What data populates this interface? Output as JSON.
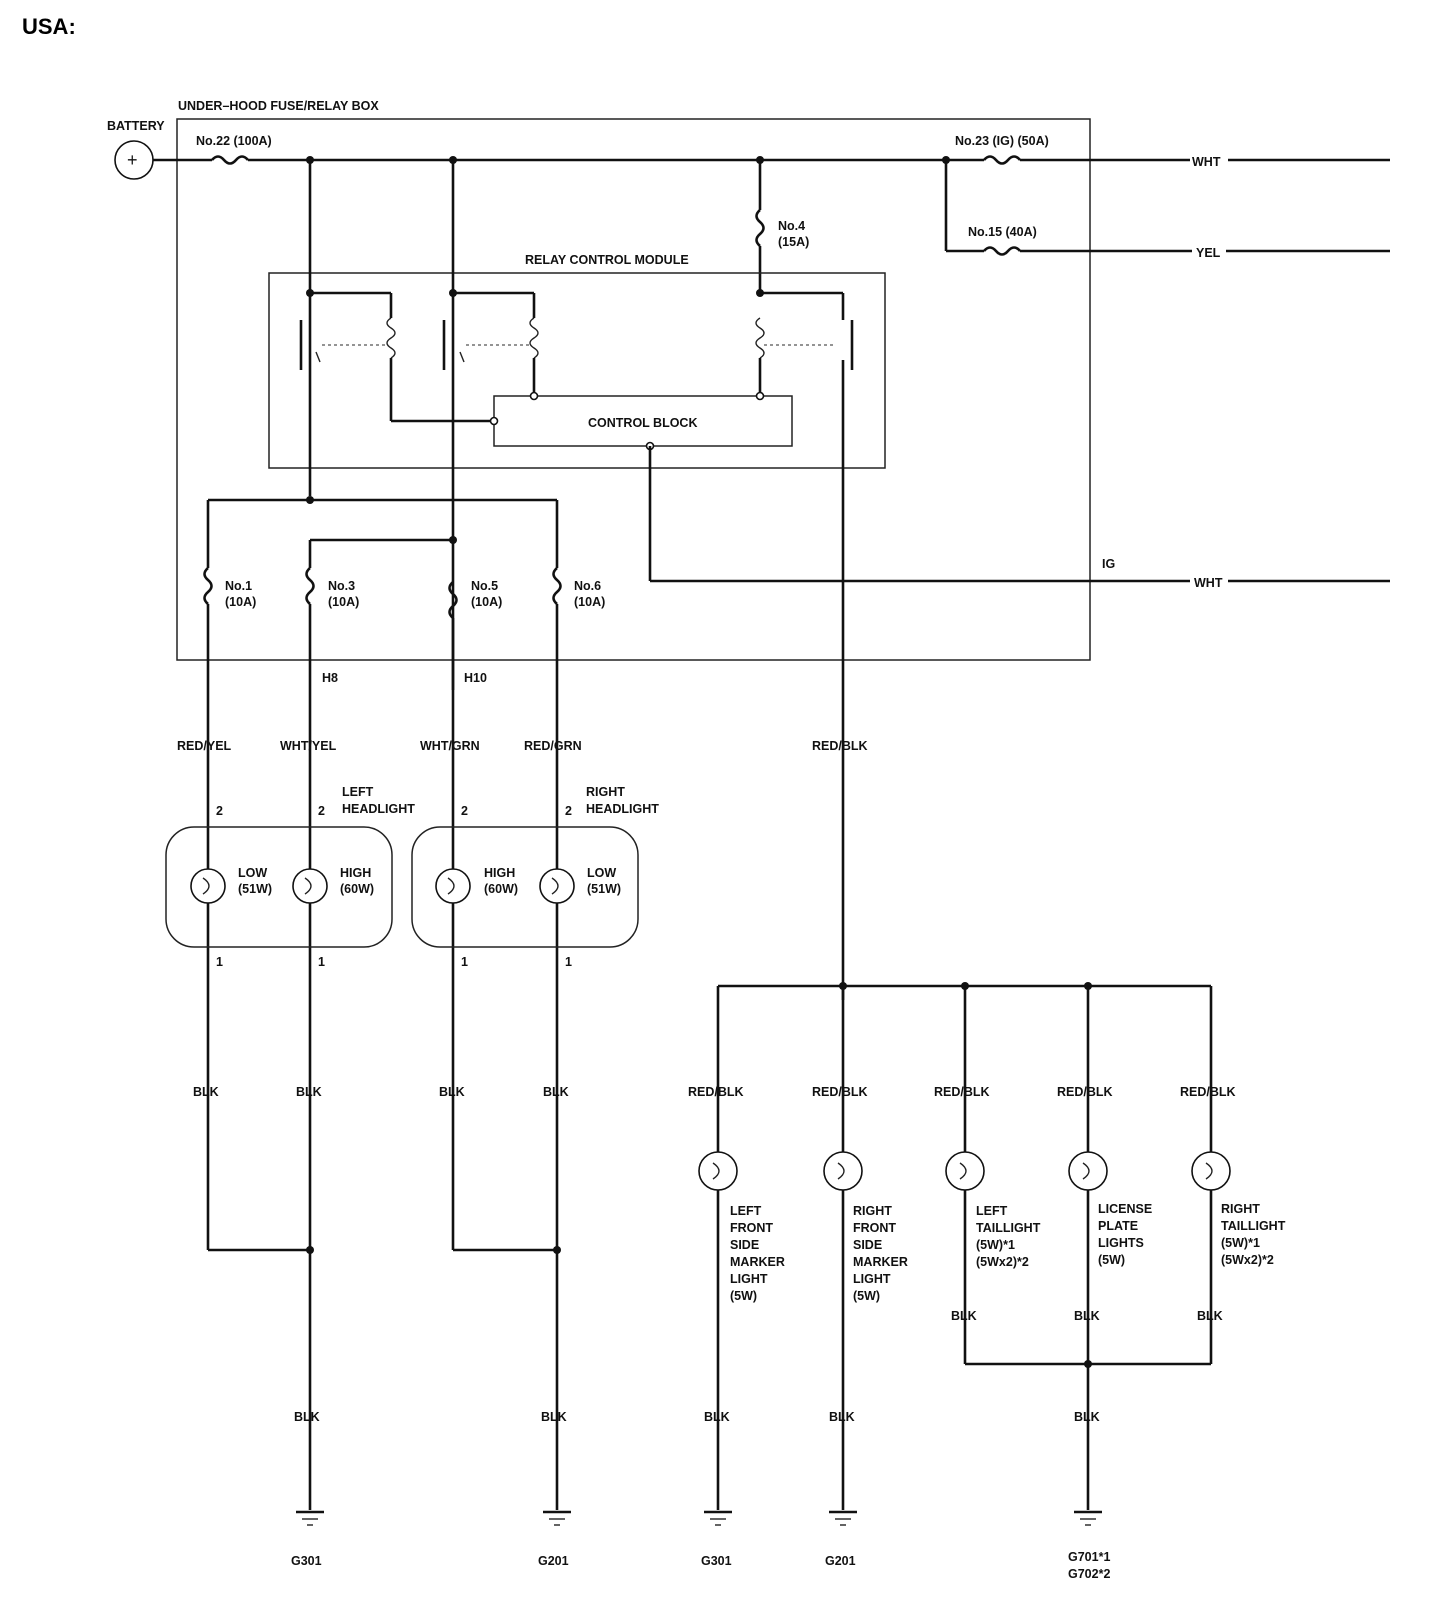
{
  "title": "USA:",
  "battery": {
    "label": "BATTERY",
    "symbol": "+"
  },
  "fuse_box": {
    "label": "UNDER–HOOD FUSE/RELAY BOX"
  },
  "relay_module": {
    "label": "RELAY CONTROL MODULE",
    "control_block": "CONTROL BLOCK"
  },
  "top_fuses": {
    "f22": "No.22 (100A)",
    "f23": "No.23 (IG) (50A)",
    "f15": "No.15 (40A)",
    "f4_no": "No.4",
    "f4_amp": "(15A)"
  },
  "outputs": {
    "wht_top": "WHT",
    "yel": "YEL",
    "ig": "IG",
    "wht_ig": "WHT"
  },
  "lower_fuses": [
    {
      "no": "No.1",
      "amp": "(10A)"
    },
    {
      "no": "No.3",
      "amp": "(10A)"
    },
    {
      "no": "No.5",
      "amp": "(10A)"
    },
    {
      "no": "No.6",
      "amp": "(10A)"
    }
  ],
  "connectors": {
    "h8": "H8",
    "h10": "H10"
  },
  "headlight_wires": [
    "RED/YEL",
    "WHT/YEL",
    "WHT/GRN",
    "RED/GRN"
  ],
  "red_blk_main": "RED/BLK",
  "left_headlight": {
    "title1": "LEFT",
    "title2": "HEADLIGHT",
    "low": "LOW",
    "low_w": "(51W)",
    "high": "HIGH",
    "high_w": "(60W)"
  },
  "right_headlight": {
    "title1": "RIGHT",
    "title2": "HEADLIGHT",
    "high": "HIGH",
    "high_w": "(60W)",
    "low": "LOW",
    "low_w": "(51W)"
  },
  "pins": {
    "p2": "2",
    "p1": "1"
  },
  "blk": "BLK",
  "grounds": {
    "g301a": "G301",
    "g201a": "G201",
    "g301b": "G301",
    "g201b": "G201",
    "g701": "G701*1",
    "g702": "G702*2"
  },
  "lamps": [
    {
      "lines": [
        "LEFT",
        "FRONT",
        "SIDE",
        "MARKER",
        "LIGHT",
        "(5W)"
      ]
    },
    {
      "lines": [
        "RIGHT",
        "FRONT",
        "SIDE",
        "MARKER",
        "LIGHT",
        "(5W)"
      ]
    },
    {
      "lines": [
        "LEFT",
        "TAILLIGHT",
        "(5W)*1",
        "(5Wx2)*2"
      ]
    },
    {
      "lines": [
        "LICENSE",
        "PLATE",
        "LIGHTS",
        "(5W)"
      ]
    },
    {
      "lines": [
        "RIGHT",
        "TAILLIGHT",
        "(5W)*1",
        "(5Wx2)*2"
      ]
    }
  ]
}
